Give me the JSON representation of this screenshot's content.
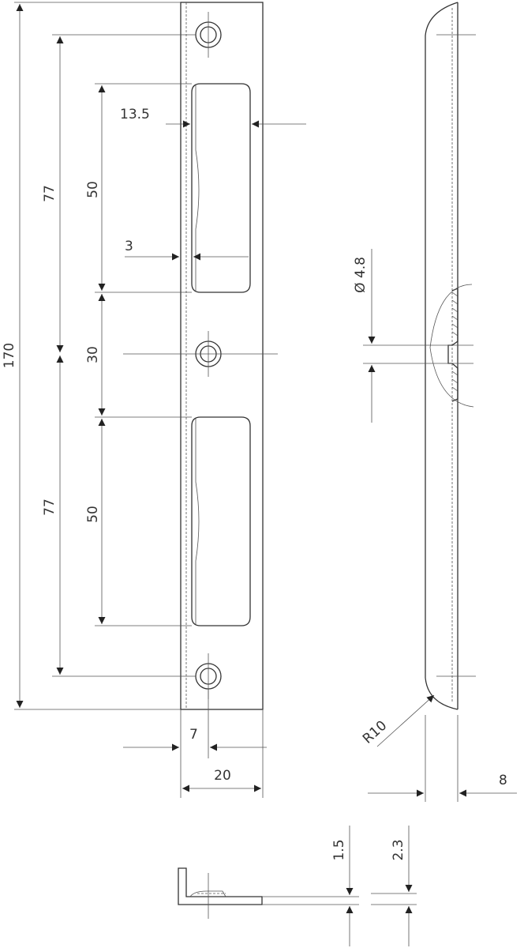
{
  "dimensions": {
    "total_length": "170",
    "hole_to_center_top": "77",
    "hole_to_center_bottom": "77",
    "slot_top_length": "50",
    "slot_bottom_length": "50",
    "slot_gap": "30",
    "slot_width": "13.5",
    "slot_edge_offset": "3",
    "hole_offset": "7",
    "plate_width": "20",
    "hole_diameter": "Ø 4.8",
    "radius": "R10",
    "depth": "8",
    "thickness_sheet": "1.5",
    "thickness_total": "2.3"
  },
  "colors": {
    "line": "#333333",
    "background": "#ffffff"
  }
}
